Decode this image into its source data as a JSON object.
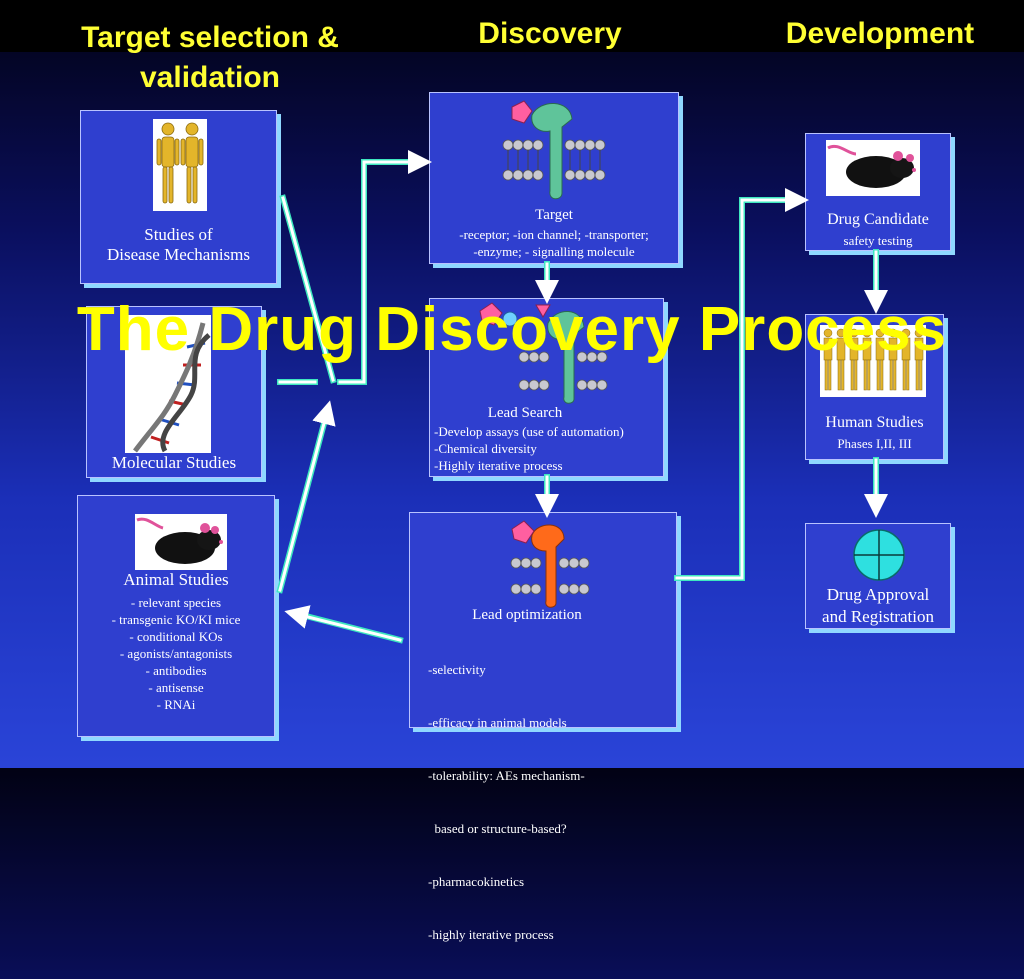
{
  "slide": {
    "title": "The Drug Discovery Process",
    "columns": [
      "Target selection &\nvalidation",
      "Discovery",
      "Development"
    ]
  },
  "boxes": {
    "disease": {
      "title": "Studies of\nDisease Mechanisms"
    },
    "molecular": {
      "title": "Molecular Studies"
    },
    "animal": {
      "title": "Animal Studies",
      "lines": [
        "- relevant species",
        "- transgenic KO/KI  mice",
        "- conditional KOs",
        "- agonists/antagonists",
        "- antibodies",
        "- antisense",
        "- RNAi"
      ]
    },
    "target": {
      "title": "Target",
      "lines": [
        "-receptor;  -ion channel;  -transporter;",
        "-enzyme;  - signalling molecule"
      ]
    },
    "lead_search": {
      "title": "Lead Search",
      "lines": [
        "-Develop assays (use of automation)",
        " -Chemical diversity",
        "-Highly iterative process"
      ]
    },
    "lead_opt": {
      "title": "Lead optimization",
      "lines": [
        "-selectivity",
        "-efficacy in animal models",
        "-tolerability: AEs mechanism-",
        "  based or structure-based?",
        "-pharmacokinetics",
        "-highly iterative process"
      ]
    },
    "candidate": {
      "title": "Drug Candidate",
      "lines": [
        "safety testing"
      ]
    },
    "human": {
      "title": "Human Studies",
      "lines": [
        "Phases I,II, III"
      ]
    },
    "approval": {
      "title": "Drug Approval\nand Registration"
    }
  },
  "colors": {
    "heading": "#ffff33",
    "box_fill": "#2f3fcf",
    "arrow": "#ffffff",
    "arrow_edge": "#3ee8c0",
    "protein_green": "#5fc49a",
    "protein_orange": "#ff6a1a",
    "ligand_pink": "#ff5fa0"
  },
  "icons": [
    "human-figures-icon",
    "dna-helix-icon",
    "mouse-icon",
    "membrane-receptor-icon",
    "approval-globe-icon"
  ]
}
